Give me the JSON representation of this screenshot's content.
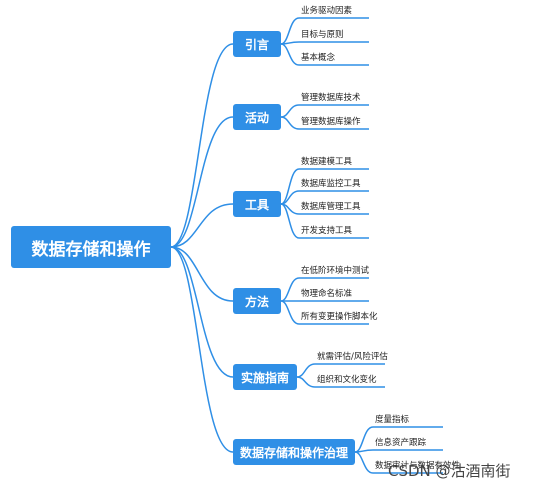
{
  "mindmap": {
    "root": "数据存储和操作",
    "branches": [
      {
        "label": "引言",
        "leaves": [
          "业务驱动因素",
          "目标与原则",
          "基本概念"
        ]
      },
      {
        "label": "活动",
        "leaves": [
          "管理数据库技术",
          "管理数据库操作"
        ]
      },
      {
        "label": "工具",
        "leaves": [
          "数据建模工具",
          "数据库监控工具",
          "数据库管理工具",
          "开发支持工具"
        ]
      },
      {
        "label": "方法",
        "leaves": [
          "在低阶环境中测试",
          "物理命名标准",
          "所有变更操作脚本化"
        ]
      },
      {
        "label": "实施指南",
        "leaves": [
          "就需评估/风险评估",
          "组织和文化变化"
        ]
      },
      {
        "label": "数据存储和操作治理",
        "leaves": [
          "度量指标",
          "信息资产跟踪",
          "数据审计与数据有效性"
        ]
      }
    ]
  },
  "colors": {
    "node_fill": "#2f8fe6",
    "link": "#2f8fe6",
    "text": "#222222"
  },
  "watermark": "CSDN @沽酒南街"
}
